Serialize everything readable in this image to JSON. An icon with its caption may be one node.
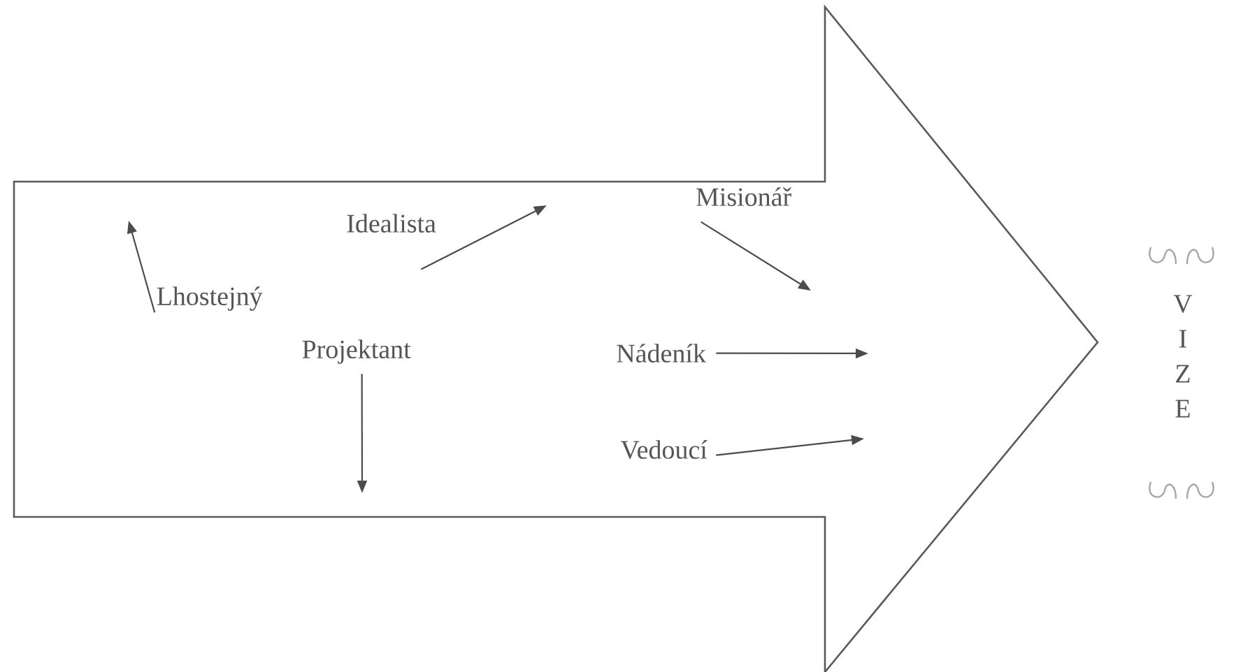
{
  "diagram": {
    "nodes": [
      {
        "text": [],
        "shape": "arrow"
      },
      {
        "text": [
          "Lhostejný"
        ],
        "in": 0
      },
      {
        "text": [
          "Idealista"
        ],
        "in": 0
      },
      {
        "text": [
          "Misionář"
        ],
        "in": 0
      },
      {
        "text": [
          "Projektant"
        ],
        "in": 0
      },
      {
        "text": [
          "Nádeník"
        ],
        "in": 0
      },
      {
        "text": [
          "Vedoucí"
        ],
        "in": 0
      },
      {
        "text": [
          "V I Z E"
        ]
      }
    ],
    "edges": [
      {
        "from": 1,
        "to": null,
        "arrow": "to"
      },
      {
        "from": 2,
        "to": null,
        "arrow": "to"
      },
      {
        "from": 3,
        "to": null,
        "arrow": "to"
      },
      {
        "from": 4,
        "to": null,
        "arrow": "to"
      },
      {
        "from": 5,
        "to": null,
        "arrow": "to"
      },
      {
        "from": 6,
        "to": null,
        "arrow": "to"
      }
    ]
  }
}
